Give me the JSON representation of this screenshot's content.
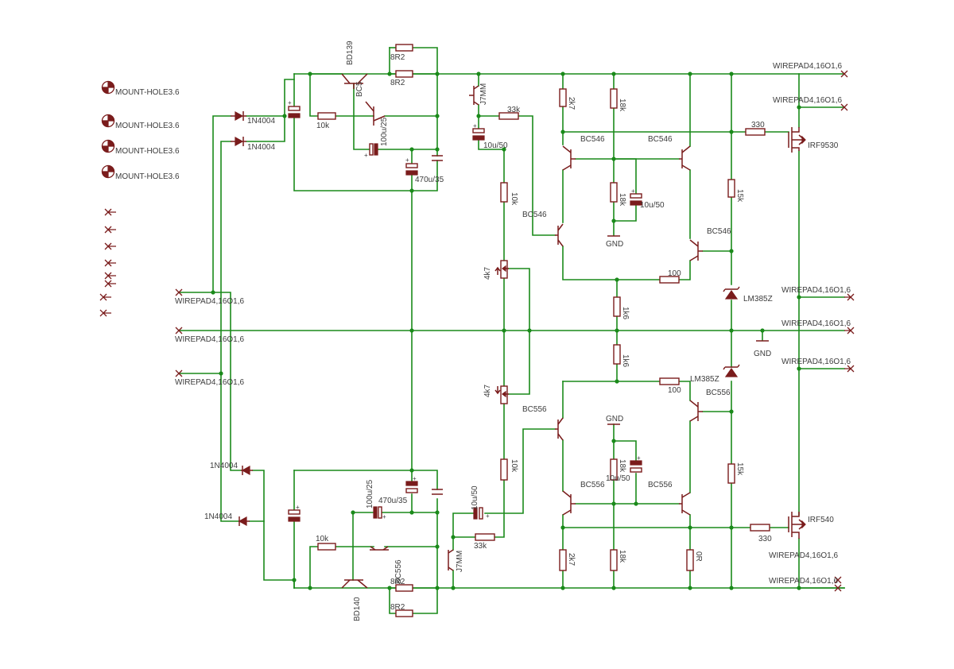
{
  "labels": {
    "mh": "MOUNT-HOLE3.6",
    "wp": "WIREPAD4,16O1,6",
    "d": "1N4004",
    "r10k": "10k",
    "r8r2": "8R2",
    "r33k": "33k",
    "r2k7": "2k7",
    "r18k": "18k",
    "r15k": "15k",
    "r1k6": "1k6",
    "r100": "100",
    "r330": "330",
    "r0r": "0R",
    "pot4k7": "4k7",
    "c100u25": "100u/25",
    "c470u35": "470u/35",
    "c10u50": "10u/50",
    "bd139": "BD139",
    "bd140": "BD140",
    "bc546": "BC546",
    "bc556": "BC556",
    "j7mm": "J7MM",
    "lm385z": "LM385Z",
    "irf9530": "IRF9530",
    "irf540": "IRF540",
    "gnd": "GND",
    "bc5_trunc": "BC5",
    "bc556_trunc": "BC556"
  }
}
